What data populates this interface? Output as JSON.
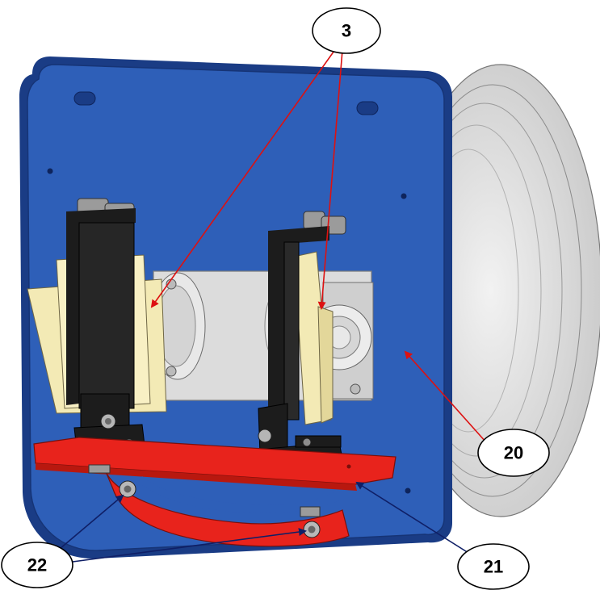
{
  "callouts": [
    {
      "id": "c3",
      "label": "3"
    },
    {
      "id": "c20",
      "label": "20"
    },
    {
      "id": "c21",
      "label": "21"
    },
    {
      "id": "c22",
      "label": "22"
    }
  ],
  "colors": {
    "plate": "#2e5fb8",
    "plate_edge": "#1a3c85",
    "drum": "#e4e4e4",
    "bracket": "#1c1c1c",
    "base_bar": "#e8231c",
    "paper": "#f3eab5",
    "arrow_red": "#dd1111",
    "arrow_navy": "#0f1f66"
  }
}
